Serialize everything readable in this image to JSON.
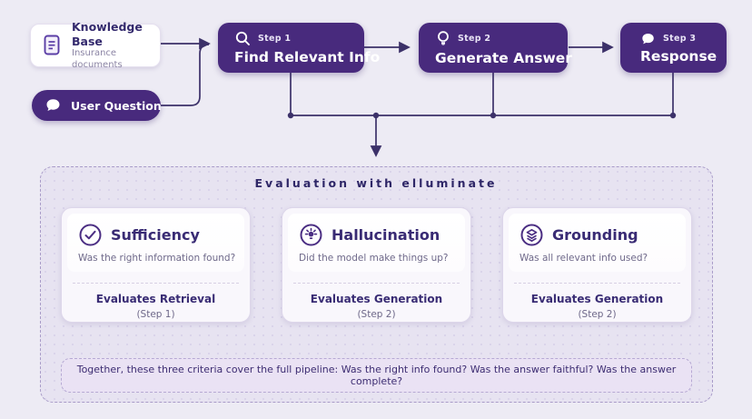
{
  "knowledge_base": {
    "title": "Knowledge Base",
    "subtitle": "Insurance documents",
    "icon": "document-icon"
  },
  "user_question": {
    "label": "User Question",
    "icon": "chat-bubble-icon"
  },
  "pipeline_steps": [
    {
      "step_label": "Step 1",
      "title": "Find Relevant Info",
      "icon": "search-icon"
    },
    {
      "step_label": "Step 2",
      "title": "Generate Answer",
      "icon": "lightbulb-icon"
    },
    {
      "step_label": "Step 3",
      "title": "Response",
      "icon": "chat-bubble-icon"
    }
  ],
  "evaluation": {
    "title": "Evaluation with elluminate",
    "cards": [
      {
        "title": "Sufficiency",
        "icon": "check-circle-icon",
        "question": "Was the right information found?",
        "evaluates": "Evaluates Retrieval",
        "step_ref": "(Step 1)"
      },
      {
        "title": "Hallucination",
        "icon": "idea-spark-icon",
        "question": "Did the model make things up?",
        "evaluates": "Evaluates Generation",
        "step_ref": "(Step 2)"
      },
      {
        "title": "Grounding",
        "icon": "layers-icon",
        "question": "Was all relevant info used?",
        "evaluates": "Evaluates Generation",
        "step_ref": "(Step 2)"
      }
    ],
    "summary": "Together, these three criteria cover the full pipeline: Was the right info found? Was the answer faithful? Was the answer complete?"
  },
  "colors": {
    "background": "#edebf4",
    "accent_purple": "#482a7d",
    "line": "#3c3169",
    "container_fill": "#e7e3f1",
    "card_fill": "#f9f7fc",
    "heading_text": "#392b74",
    "muted_text": "#6e6889"
  }
}
